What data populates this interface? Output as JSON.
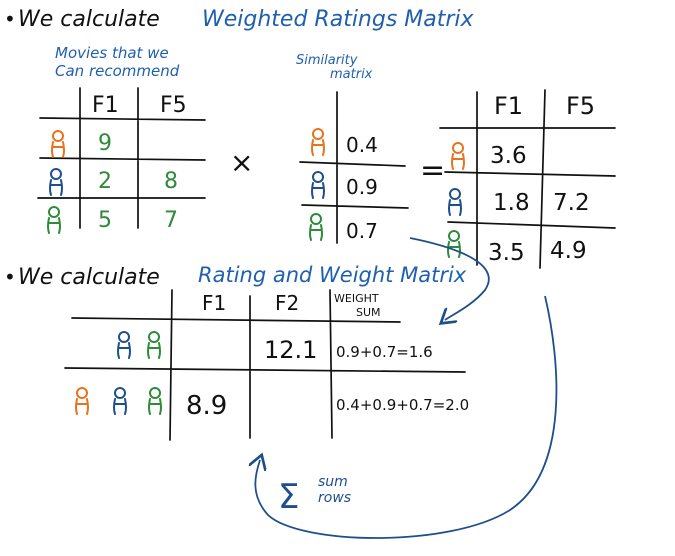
{
  "colors": {
    "ink": "#111111",
    "blue_title": "#1f5fb0",
    "green": "#2e8b3a",
    "orange": "#e8731c",
    "navy": "#1e4f8c"
  },
  "section1": {
    "bullet": "•",
    "prefix": "We calculate",
    "title": "Weighted Ratings Matrix",
    "movies_label_line1": "Movies that we",
    "movies_label_line2": "Can recommend",
    "similarity_label_line1": "Similarity",
    "similarity_label_line2": "matrix",
    "multiply": "×",
    "equals": "=",
    "ratings_table": {
      "headers": [
        "F1",
        "F5"
      ],
      "rows": [
        [
          "9",
          ""
        ],
        [
          "2",
          "8"
        ],
        [
          "5",
          "7"
        ]
      ]
    },
    "similarity_values": [
      "0.4",
      "0.9",
      "0.7"
    ],
    "result_table": {
      "headers": [
        "F1",
        "F5"
      ],
      "rows": [
        [
          "3.6",
          ""
        ],
        [
          "1.8",
          "7.2"
        ],
        [
          "3.5",
          "4.9"
        ]
      ]
    }
  },
  "section2": {
    "bullet": "•",
    "prefix": "We calculate",
    "title": "Rating and Weight Matrix",
    "headers": [
      "F1",
      "F2"
    ],
    "weight_header_line1": "WEIGHT",
    "weight_header_line2": "SUM",
    "row1": {
      "f1": "",
      "f2": "12.1",
      "weight": "0.9+0.7=1.6"
    },
    "row2": {
      "f1": "8.9",
      "f2": "",
      "weight": "0.4+0.9+0.7=2.0"
    },
    "sum_symbol": "Σ",
    "sum_label_line1": "sum",
    "sum_label_line2": "rows"
  },
  "icons": [
    "person-icon"
  ]
}
